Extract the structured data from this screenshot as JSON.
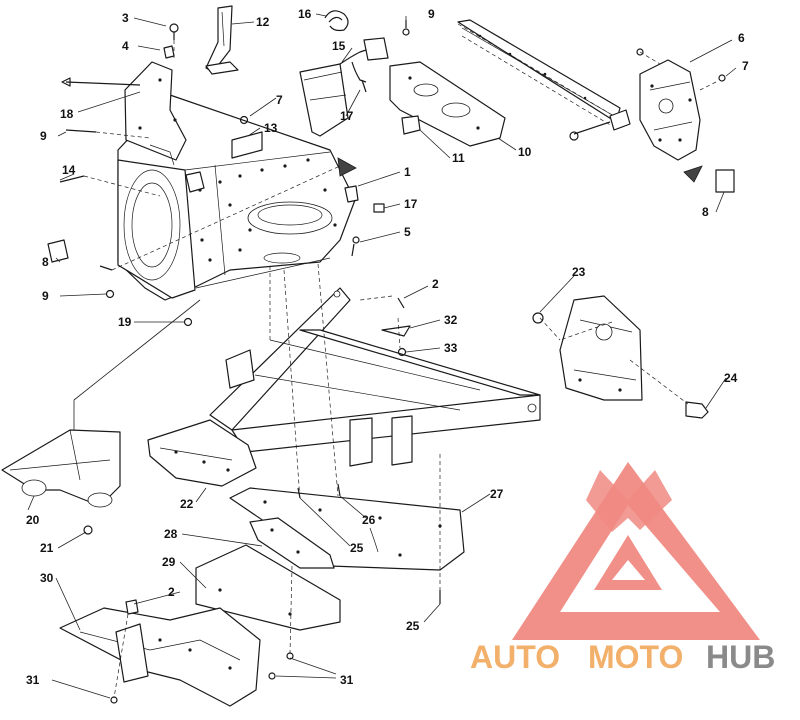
{
  "diagram": {
    "callouts": [
      {
        "id": "c3",
        "text": "3"
      },
      {
        "id": "c12",
        "text": "12"
      },
      {
        "id": "c16",
        "text": "16"
      },
      {
        "id": "c9a",
        "text": "9"
      },
      {
        "id": "c6",
        "text": "6"
      },
      {
        "id": "c4",
        "text": "4"
      },
      {
        "id": "c15",
        "text": "15"
      },
      {
        "id": "c7a",
        "text": "7"
      },
      {
        "id": "c18",
        "text": "18"
      },
      {
        "id": "c7b",
        "text": "7"
      },
      {
        "id": "c13",
        "text": "13"
      },
      {
        "id": "c17a",
        "text": "17"
      },
      {
        "id": "c9b",
        "text": "9"
      },
      {
        "id": "c11",
        "text": "11"
      },
      {
        "id": "c10",
        "text": "10"
      },
      {
        "id": "c14",
        "text": "14"
      },
      {
        "id": "c1",
        "text": "1"
      },
      {
        "id": "c17b",
        "text": "17"
      },
      {
        "id": "c8a",
        "text": "8"
      },
      {
        "id": "c5",
        "text": "5"
      },
      {
        "id": "c8b",
        "text": "8"
      },
      {
        "id": "c23",
        "text": "23"
      },
      {
        "id": "c9c",
        "text": "9"
      },
      {
        "id": "c2a",
        "text": "2"
      },
      {
        "id": "c19",
        "text": "19"
      },
      {
        "id": "c32",
        "text": "32"
      },
      {
        "id": "c33",
        "text": "33"
      },
      {
        "id": "c24",
        "text": "24"
      },
      {
        "id": "c27",
        "text": "27"
      },
      {
        "id": "c20",
        "text": "20"
      },
      {
        "id": "c22",
        "text": "22"
      },
      {
        "id": "c26",
        "text": "26"
      },
      {
        "id": "c21",
        "text": "21"
      },
      {
        "id": "c28",
        "text": "28"
      },
      {
        "id": "c25a",
        "text": "25"
      },
      {
        "id": "c29",
        "text": "29"
      },
      {
        "id": "c30",
        "text": "30"
      },
      {
        "id": "c2b",
        "text": "2"
      },
      {
        "id": "c25b",
        "text": "25"
      },
      {
        "id": "c31a",
        "text": "31"
      },
      {
        "id": "c31b",
        "text": "31"
      }
    ]
  },
  "watermark": {
    "word_auto": "AUTO",
    "word_moto": "MOTO",
    "word_hub": "HUB",
    "colors": {
      "logo_red": "#f08a82",
      "text_orange": "#f2b06a",
      "text_grey": "#8a8a8a"
    }
  }
}
